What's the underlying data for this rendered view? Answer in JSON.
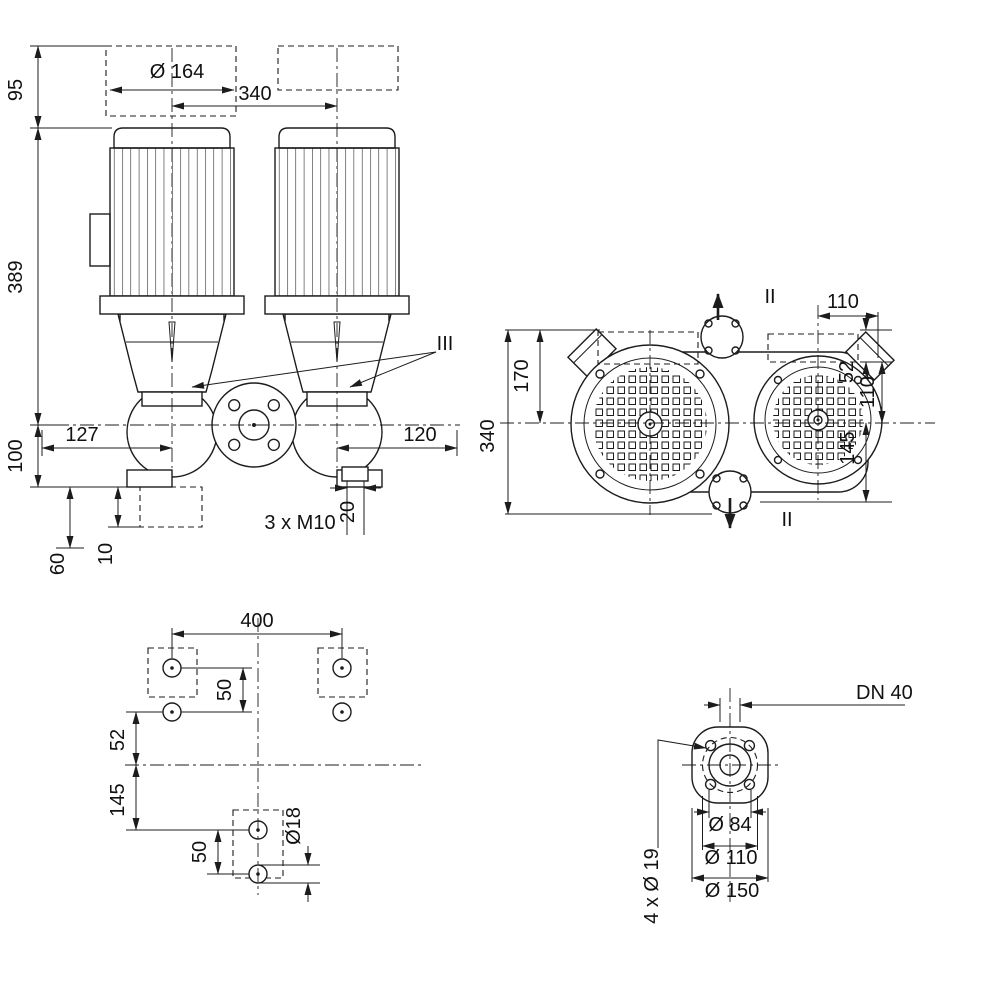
{
  "front_view": {
    "dia164": "Ø 164",
    "dim340": "340",
    "dim95": "95",
    "dim389": "389",
    "dim100": "100",
    "dim127": "127",
    "dim120": "120",
    "dim20": "20",
    "tap_label": "3 x M10",
    "dim60": "60",
    "dim10": "10",
    "section_iii": "III"
  },
  "top_view": {
    "dim110_top": "110",
    "dim52": "52",
    "dim110_right": "110",
    "dim145": "145",
    "dim170": "170",
    "dim340": "340",
    "section_ii_top": "II",
    "section_ii_bottom": "II"
  },
  "foundation_view": {
    "dim400": "400",
    "dim50_upper": "50",
    "dim52": "52",
    "dim145": "145",
    "dim50_lower": "50",
    "dia18": "Ø18"
  },
  "flange_view": {
    "dn": "DN 40",
    "dia84": "Ø 84",
    "dia110": "Ø 110",
    "dia150": "Ø 150",
    "bolt_holes": "4 x Ø 19"
  }
}
